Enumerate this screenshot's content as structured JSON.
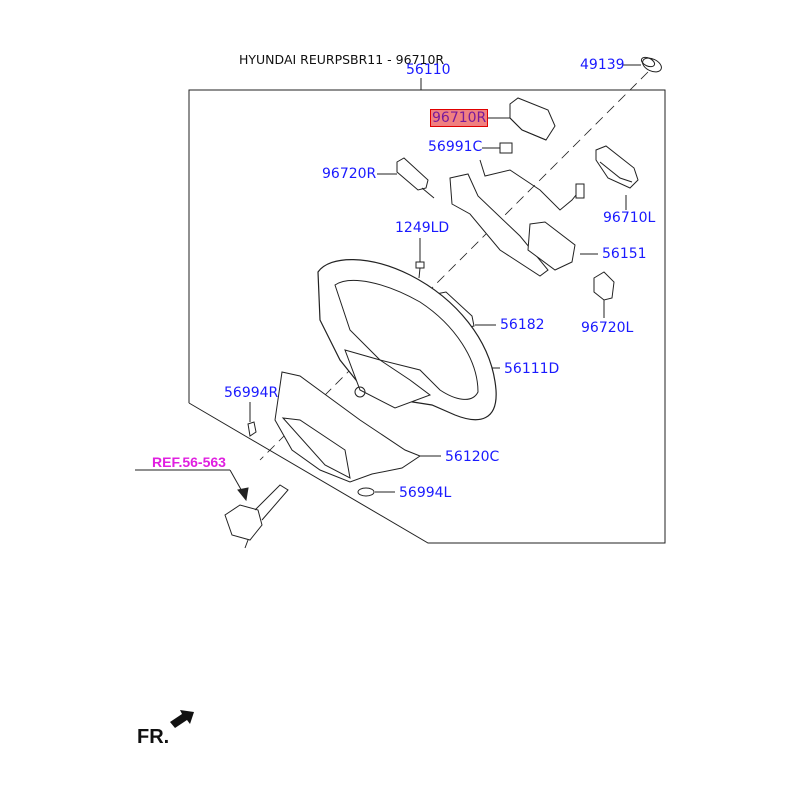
{
  "title": "HYUNDAI REURPSBR11 - 96710R",
  "labels": {
    "p56110": "56110",
    "p49139": "49139",
    "p96710R": "96710R",
    "p56991C": "56991C",
    "p96720R": "96720R",
    "p96710L": "96710L",
    "p1249LD": "1249LD",
    "p56151": "56151",
    "p56182": "56182",
    "p96720L": "96720L",
    "p56111D": "56111D",
    "p56994R": "56994R",
    "p56120C": "56120C",
    "p56994L": "56994L",
    "ref": "REF.56-563"
  },
  "highlighted_part": "96710R",
  "direction_label": "FR.",
  "colors": {
    "label": "#1a1aff",
    "highlight_fill": "#f08080",
    "highlight_border": "#e00000",
    "ref": "#e020e0"
  }
}
